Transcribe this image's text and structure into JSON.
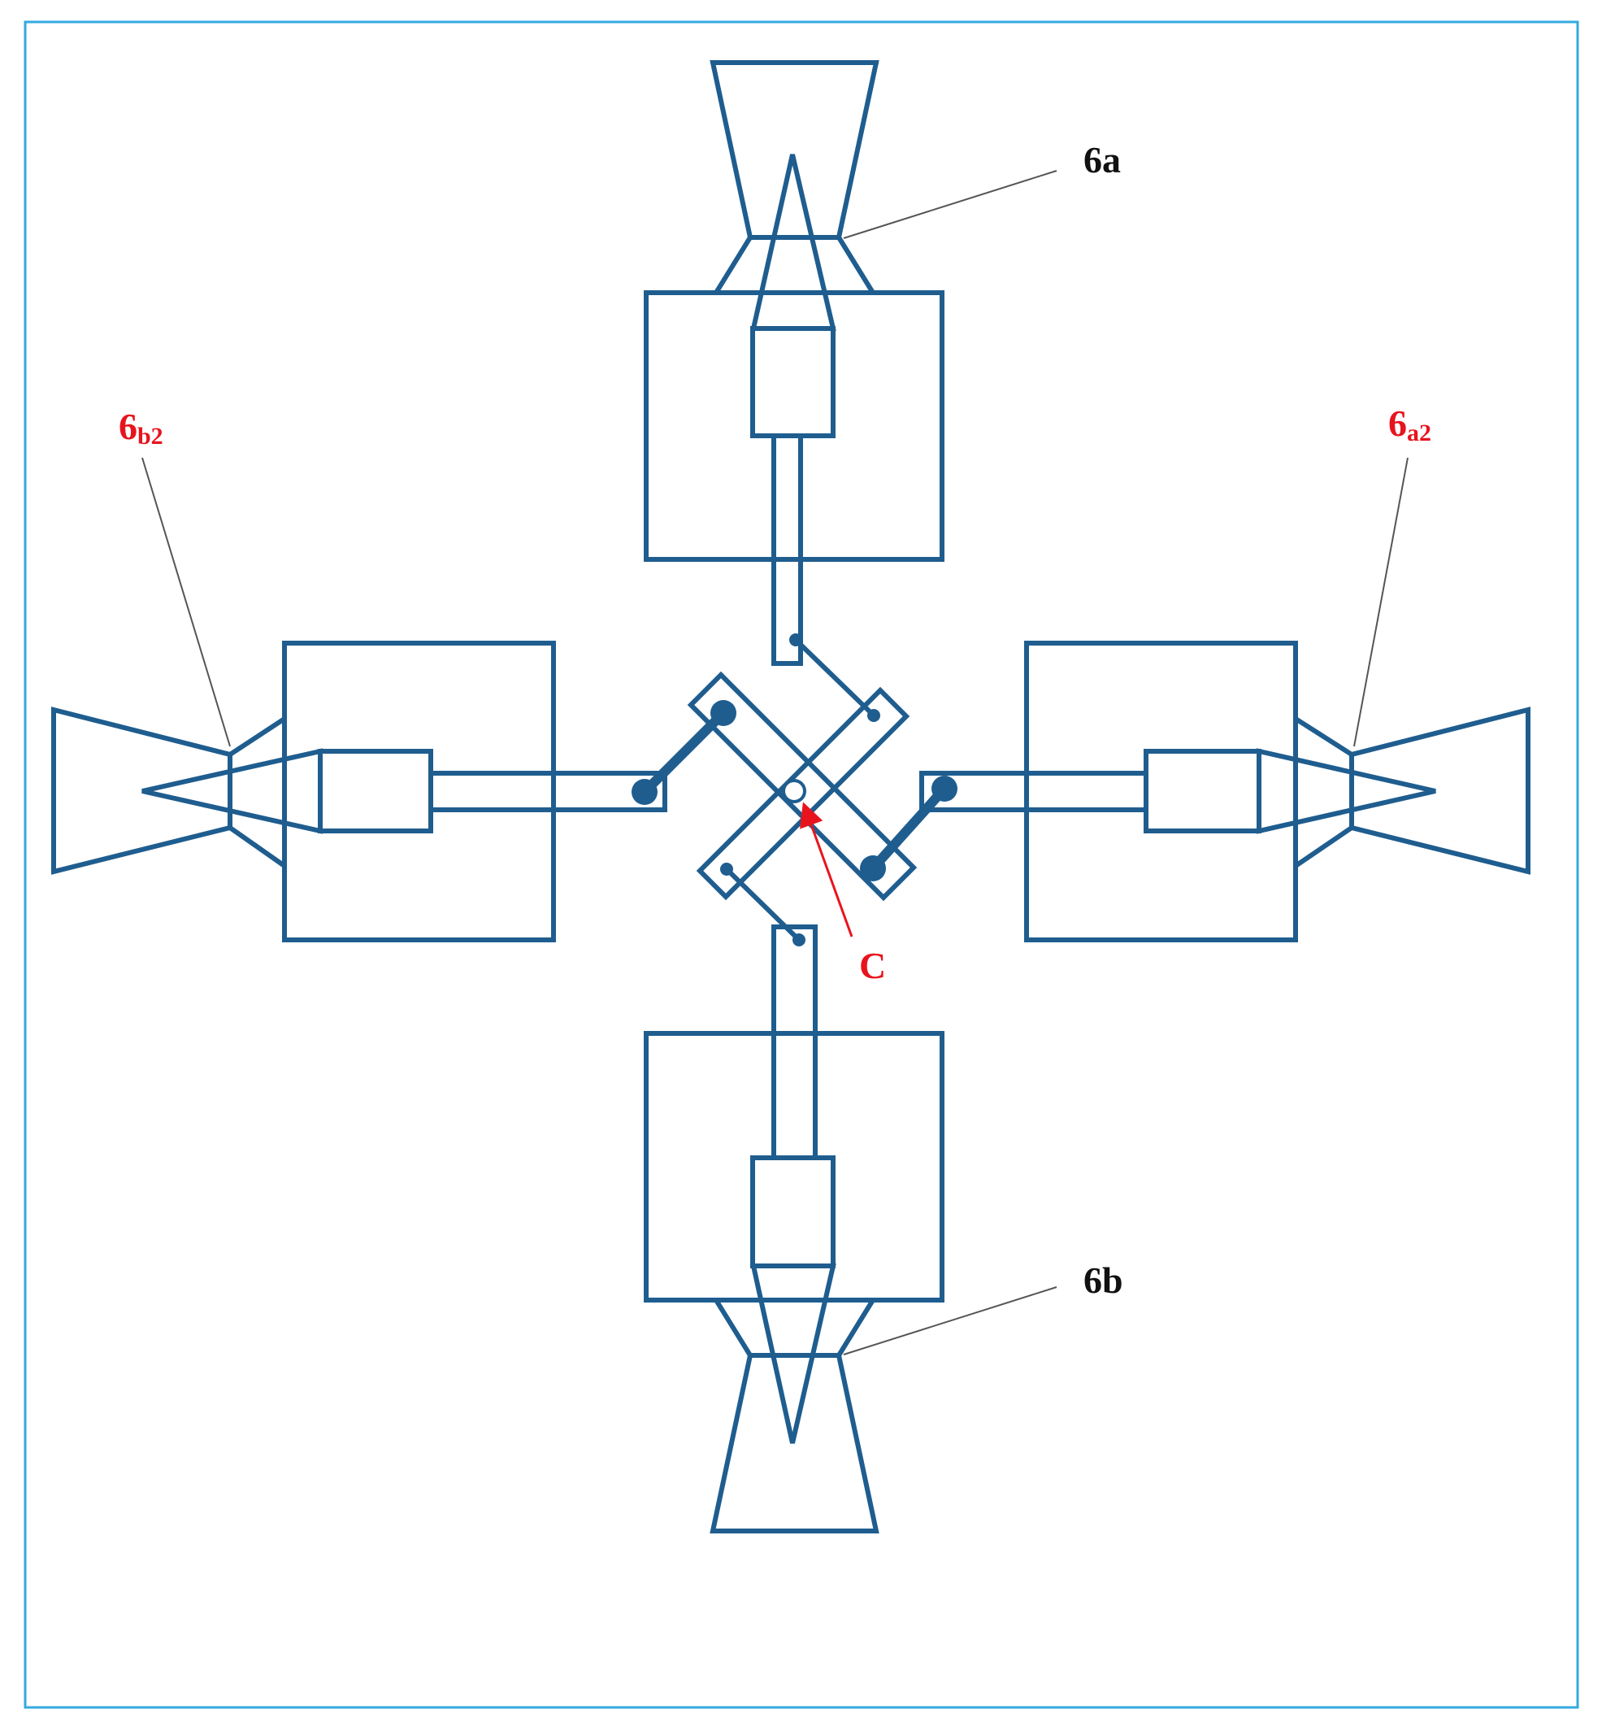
{
  "colors": {
    "frame": "#33aae0",
    "mechanism": "#1f5d8f",
    "leader": "#555555",
    "label_black": "#111111",
    "label_red": "#e8141d",
    "arrow_red": "#e8141d"
  },
  "labels": {
    "top": "6a",
    "bottom": "6b",
    "left": {
      "main": "6",
      "sub": "b2"
    },
    "right": {
      "main": "6",
      "sub": "a2"
    },
    "center": "C"
  }
}
